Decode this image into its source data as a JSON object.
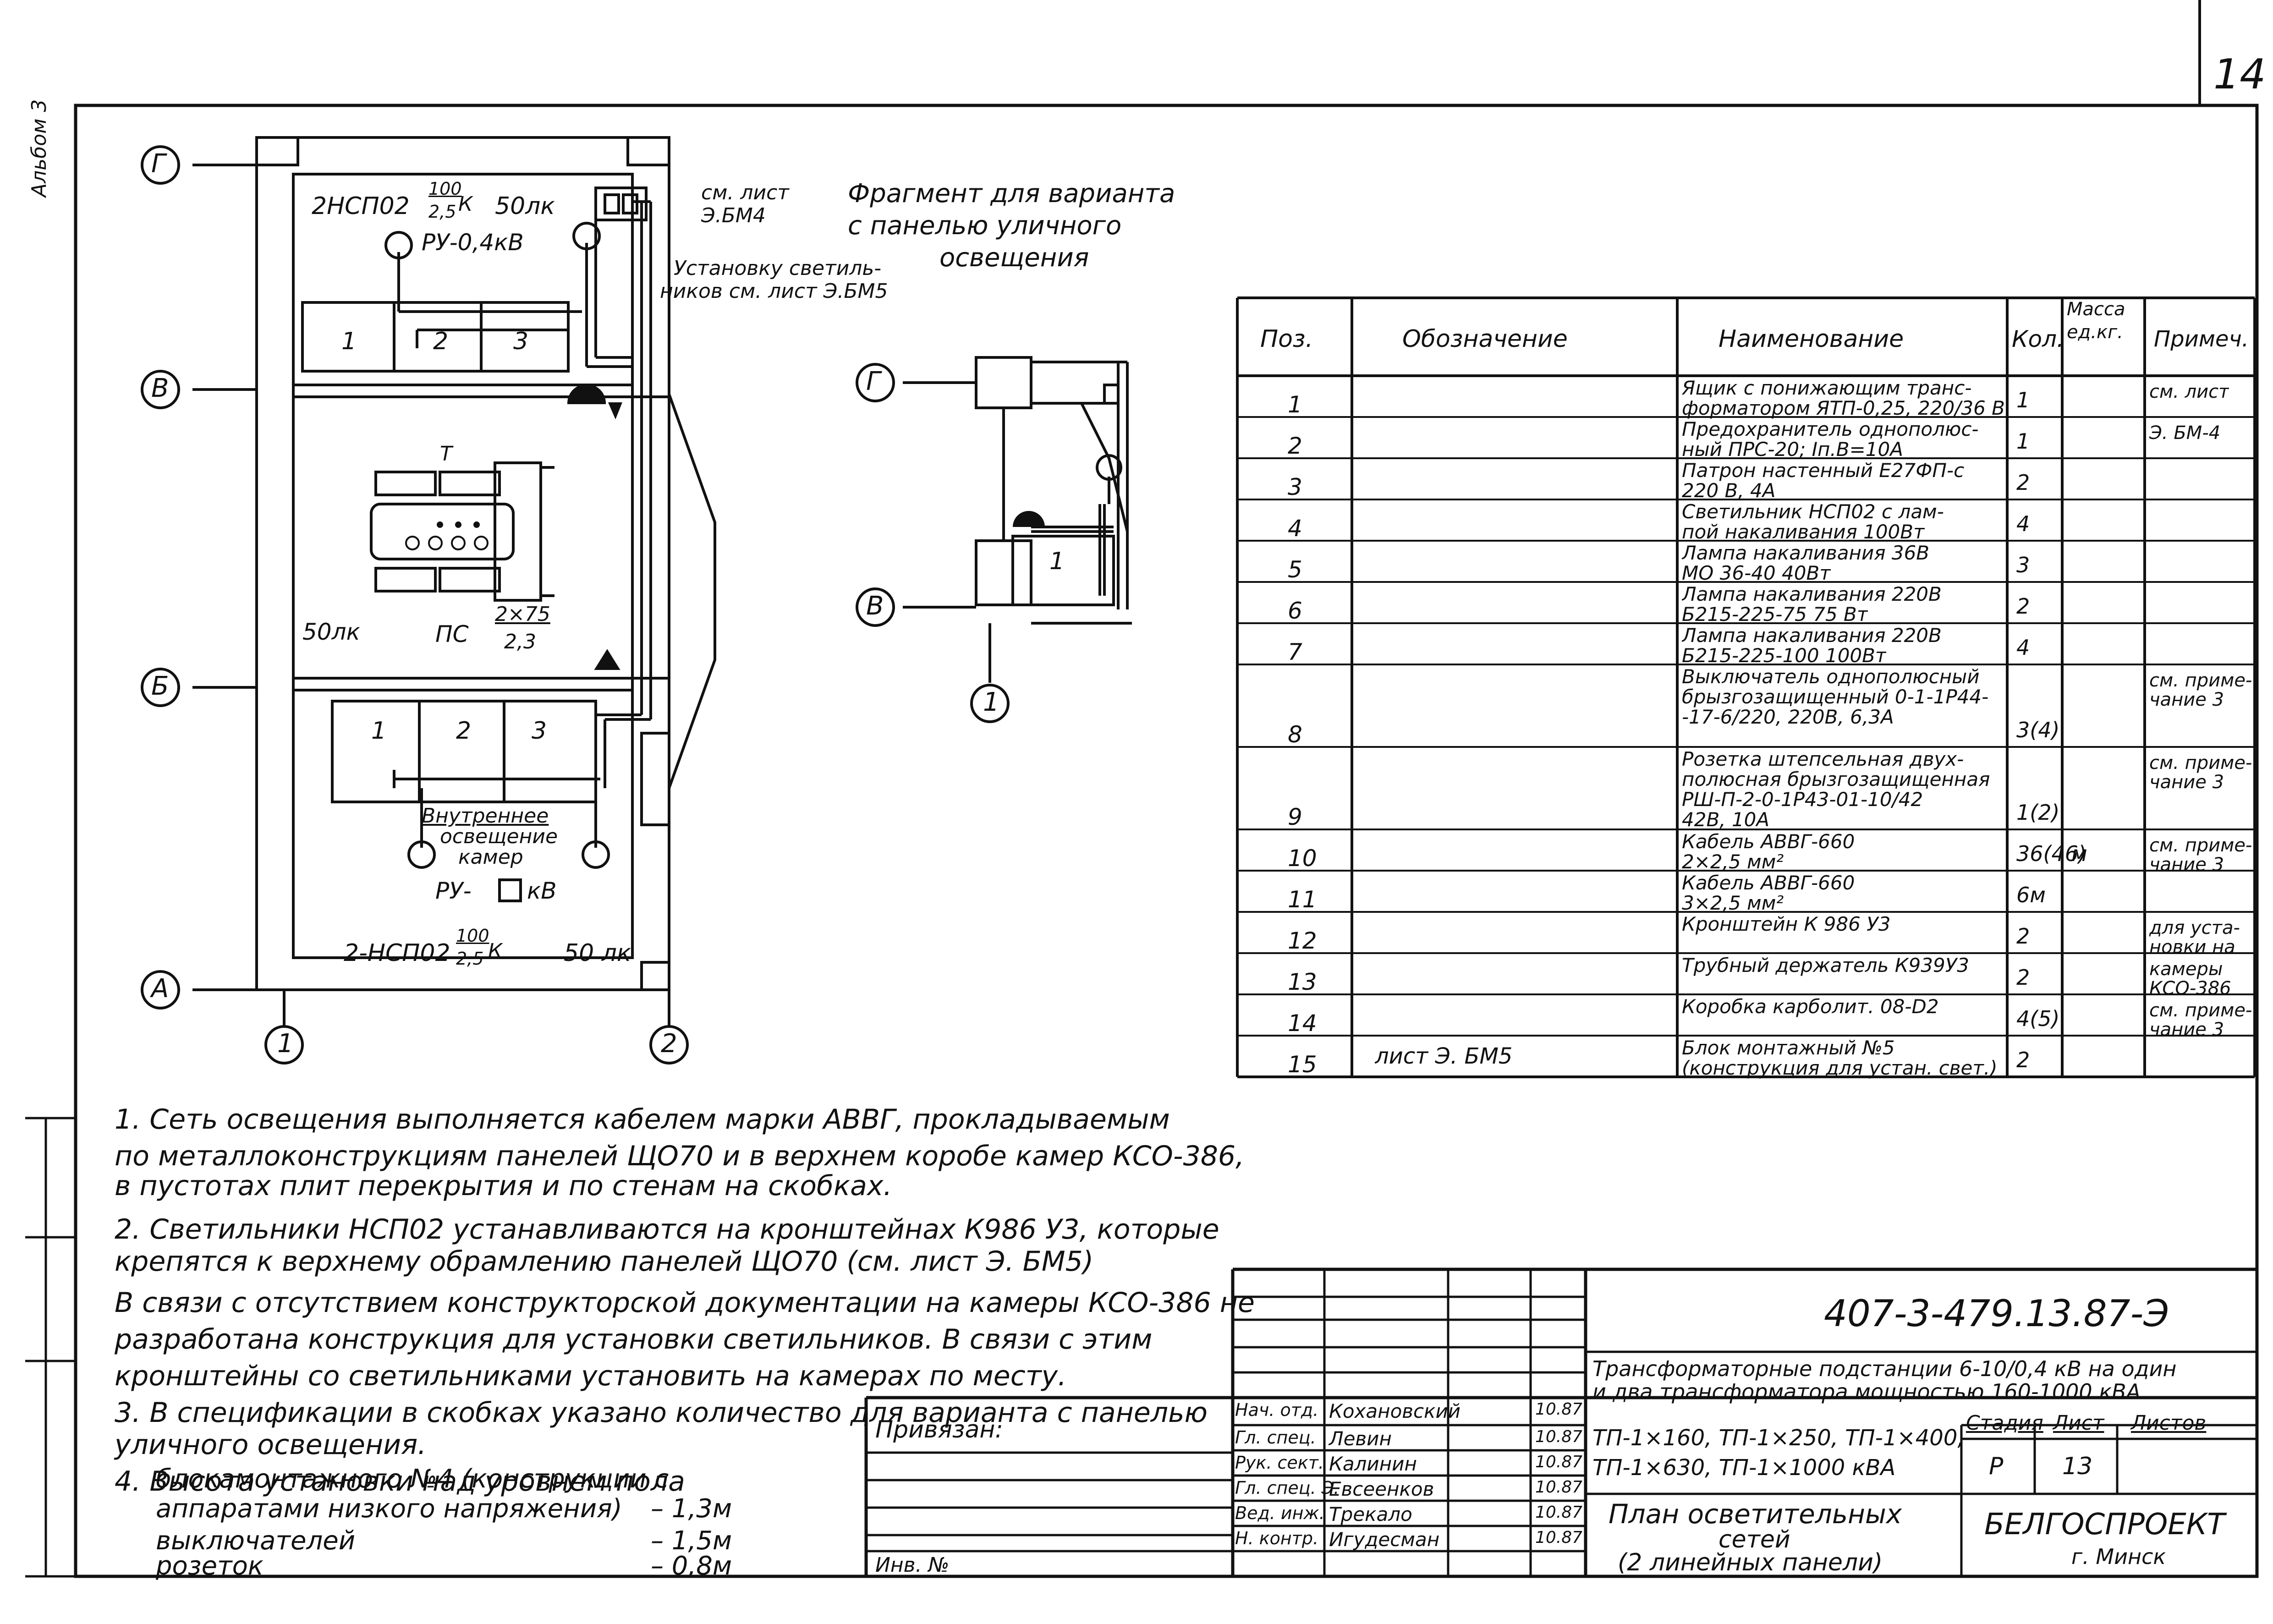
{
  "sheet": {
    "page_number": "14",
    "album_label": "Альбом 3"
  },
  "plan": {
    "axes": [
      "Г",
      "В",
      "Б",
      "А",
      "1",
      "2"
    ],
    "top_room": {
      "fixture": "2НСП02",
      "fixture_frac_top": "100",
      "fixture_frac_bottom": "2,5",
      "fixture_suffix": "К",
      "lux": "50лк",
      "device": "РУ-0,4кВ",
      "ref_sheet_1": "см. лист",
      "ref_sheet_2": "Э.БМ4",
      "ref_install_1": "Установку светиль-",
      "ref_install_2": "ников см. лист Э.БМ5",
      "cells": [
        "1",
        "2",
        "3"
      ]
    },
    "middle_room": {
      "lux": "50лк",
      "transformer_label": "Т",
      "panel_label": "ПС",
      "panel_frac_top": "2×75",
      "panel_frac_bottom": "2,3"
    },
    "bottom_room": {
      "cells": [
        "1",
        "2",
        "3"
      ],
      "inner_1": "Внутреннее",
      "inner_2": "освещение",
      "inner_3": "камер",
      "device": "РУ-",
      "device_suffix": "кВ",
      "fixture": "2-НСП02",
      "fixture_frac_top": "100",
      "fixture_frac_bottom": "2,5",
      "fixture_suffix": "К",
      "lux": "50 лк"
    },
    "fragment_title_1": "Фрагмент для варианта",
    "fragment_title_2": "с панелью уличного",
    "fragment_title_3": "освещения",
    "fragment_axes": [
      "Г",
      "В",
      "1"
    ],
    "fragment_cell": "1"
  },
  "spec": {
    "headers": [
      "Поз.",
      "Обозначение",
      "Наименование",
      "Кол.",
      "Масса ед.кг.",
      "Примеч."
    ],
    "rows": [
      {
        "pos": "1",
        "code": "",
        "name": [
          "Ящик с понижающим транс-",
          "форматором ЯТП-0,25, 220/36 В"
        ],
        "qty": "1",
        "mass": "",
        "note": [
          "см. лист"
        ]
      },
      {
        "pos": "2",
        "code": "",
        "name": [
          "Предохранитель однополюс-",
          "ный ПРС-20; Iп.В=10А"
        ],
        "qty": "1",
        "mass": "",
        "note": [
          "Э. БМ-4"
        ]
      },
      {
        "pos": "3",
        "code": "",
        "name": [
          "Патрон настенный Е27ФП-с",
          "220 В, 4А"
        ],
        "qty": "2",
        "mass": "",
        "note": []
      },
      {
        "pos": "4",
        "code": "",
        "name": [
          "Светильник НСП02 с лам-",
          "пой накаливания 100Вт"
        ],
        "qty": "4",
        "mass": "",
        "note": []
      },
      {
        "pos": "5",
        "code": "",
        "name": [
          "Лампа накаливания 36В",
          "МО 36-40      40Вт"
        ],
        "qty": "3",
        "mass": "",
        "note": []
      },
      {
        "pos": "6",
        "code": "",
        "name": [
          "Лампа накаливания 220В",
          "Б215-225-75   75 Вт"
        ],
        "qty": "2",
        "mass": "",
        "note": []
      },
      {
        "pos": "7",
        "code": "",
        "name": [
          "Лампа накаливания 220В",
          "Б215-225-100    100Вт"
        ],
        "qty": "4",
        "mass": "",
        "note": []
      },
      {
        "pos": "8",
        "code": "",
        "name": [
          "Выключатель однополюсный",
          "брызгозащищенный 0-1-1Р44-",
          "-17-6/220, 220В, 6,3А"
        ],
        "qty": "3(4)",
        "mass": "",
        "note": [
          "см. приме-",
          "чание 3"
        ]
      },
      {
        "pos": "9",
        "code": "",
        "name": [
          "Розетка штепсельная двух-",
          "полюсная брызгозащищенная",
          "РШ-П-2-0-1Р43-01-10/42",
          "42В, 10А"
        ],
        "qty": "1(2)",
        "mass": "",
        "note": [
          "см. приме-",
          "чание 3"
        ]
      },
      {
        "pos": "10",
        "code": "",
        "name": [
          "Кабель АВВГ-660",
          "2×2,5 мм²"
        ],
        "qty": "36(46)",
        "mass": "м",
        "note": [
          "см. приме-",
          "чание 3"
        ]
      },
      {
        "pos": "11",
        "code": "",
        "name": [
          "Кабель АВВГ-660",
          "3×2,5 мм²"
        ],
        "qty": "6м",
        "mass": "",
        "note": []
      },
      {
        "pos": "12",
        "code": "",
        "name": [
          "Кронштейн  К 986 У3"
        ],
        "qty": "2",
        "mass": "",
        "note": [
          "для уста-",
          "новки на"
        ]
      },
      {
        "pos": "13",
        "code": "",
        "name": [
          "Трубный держатель К939У3"
        ],
        "qty": "2",
        "mass": "",
        "note": [
          "камеры",
          "КСО-386"
        ]
      },
      {
        "pos": "14",
        "code": "",
        "name": [
          "Коробка карболит. 08-D2"
        ],
        "qty": "4(5)",
        "mass": "",
        "note": [
          "см. приме-",
          "чание 3"
        ]
      },
      {
        "pos": "15",
        "code": "лист  Э. БМ5",
        "name": [
          "Блок монтажный №5",
          "(конструкция для устан. свет.)"
        ],
        "qty": "2",
        "mass": "",
        "note": []
      }
    ]
  },
  "notes": [
    "1. Сеть освещения выполняется кабелем марки АВВГ, прокладываемым",
    "по металлоконструкциям панелей ЩО70 и в верхнем коробе камер КСО-386,",
    "в пустотах плит перекрытия и по стенам на скобках.",
    "2. Светильники НСП02 устанавливаются на кронштейнах К986 У3, которые",
    "крепятся к верхнему обрамлению панелей ЩО70 (см. лист Э. БМ5)",
    "В связи с отсутствием конструкторской документации на камеры КСО-386 не",
    "разработана конструкция для установки светильников. В связи с этим",
    "кронштейны со светильниками установить на камерах по месту.",
    "3. В спецификации в скобках указано количество для варианта с панелью",
    "уличного освещения.",
    "4. Высота установки над уровнем пола"
  ],
  "heights": [
    {
      "label": "блокамонтажного №4 (конструкции с",
      "value": ""
    },
    {
      "label": "аппаратами низкого напряжения)",
      "value": "– 1,3м"
    },
    {
      "label": "выключателей",
      "value": "– 1,5м"
    },
    {
      "label": "розеток",
      "value": "– 0,8м"
    }
  ],
  "stamp": {
    "doc_code": "407-3-479.13.87-Э",
    "title_1": "Трансформаторные подстанции 6-10/0,4 кВ на один",
    "title_2": "и два трансформатора мощностью 160-1000 кВА",
    "variants_1": "ТП-1×160, ТП-1×250, ТП-1×400,",
    "variants_2": "ТП-1×630, ТП-1×1000 кВА",
    "stage_label": "Стадия",
    "sheet_label": "Лист",
    "sheets_label": "Листов",
    "stage": "Р",
    "sheet": "13",
    "sheets": "",
    "drawing_1": "План осветительных",
    "drawing_2": "сетей",
    "drawing_3": "(2 линейных панели)",
    "org": "БЕЛГОСПРОЕКТ",
    "city": "г. Минск",
    "bound": "Привязан:",
    "inv": "Инв. №",
    "signers": [
      {
        "role": "Нач. отд.",
        "name": "Кохановский",
        "date": "10.87"
      },
      {
        "role": "Гл. спец.",
        "name": "Левин",
        "date": "10.87"
      },
      {
        "role": "Рук. сект.",
        "name": "Калинин",
        "date": "10.87"
      },
      {
        "role": "Гл. спец. Э.",
        "name": "Евсеенков",
        "date": "10.87"
      },
      {
        "role": "Вед. инж.",
        "name": "Трекало",
        "date": "10.87"
      },
      {
        "role": "Н. контр.",
        "name": "Игудесман",
        "date": "10.87"
      }
    ]
  }
}
